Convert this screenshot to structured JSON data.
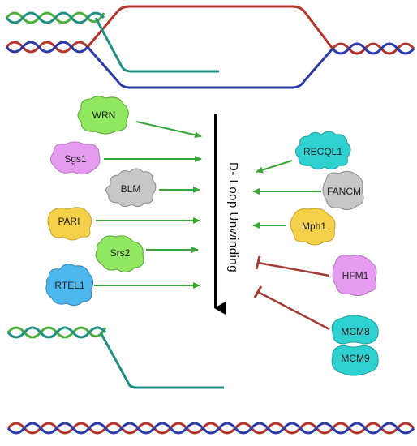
{
  "colors": {
    "dna_red": "#b5332b",
    "dna_blue": "#2a3aa8",
    "dna_green": "#4caf3a",
    "dna_teal": "#1f8f86",
    "promote_arrow": "#3aa63a",
    "inhibit_bar": "#a33a35",
    "main_arrow": "#000000"
  },
  "center_label": "D- Loop Unwinding",
  "promoters": [
    {
      "label": "WRN",
      "color": "#90e860",
      "shape": "blob",
      "icon": "wrn-blob"
    },
    {
      "label": "Sgs1",
      "color": "#e59cf0",
      "shape": "blob",
      "icon": "sgs1-blob"
    },
    {
      "label": "BLM",
      "color": "#c7c7c7",
      "shape": "cloud",
      "icon": "blm-cloud"
    },
    {
      "label": "PARI",
      "color": "#f5d04a",
      "shape": "blob",
      "icon": "pari-blob"
    },
    {
      "label": "Srs2",
      "color": "#90e860",
      "shape": "blob",
      "icon": "srs2-blob"
    },
    {
      "label": "RTEL1",
      "color": "#4db7ee",
      "shape": "blob",
      "icon": "rtel1-blob"
    }
  ],
  "right_promoters": [
    {
      "label": "RECQL1",
      "color": "#2fd0d0",
      "shape": "cloud",
      "icon": "recql1-cloud"
    },
    {
      "label": "FANCM",
      "color": "#c7c7c7",
      "shape": "blob",
      "icon": "fancm-blob"
    },
    {
      "label": "Mph1",
      "color": "#f5d04a",
      "shape": "blob",
      "icon": "mph1-blob"
    }
  ],
  "inhibitors": [
    {
      "label": "HFM1",
      "color": "#e59cf0",
      "shape": "blob",
      "icon": "hfm1-blob"
    },
    {
      "label_top": "MCM8",
      "label_bottom": "MCM9",
      "color": "#2fd0d0",
      "shape": "dimer",
      "icon": "mcm8-mcm9-dimer"
    }
  ]
}
